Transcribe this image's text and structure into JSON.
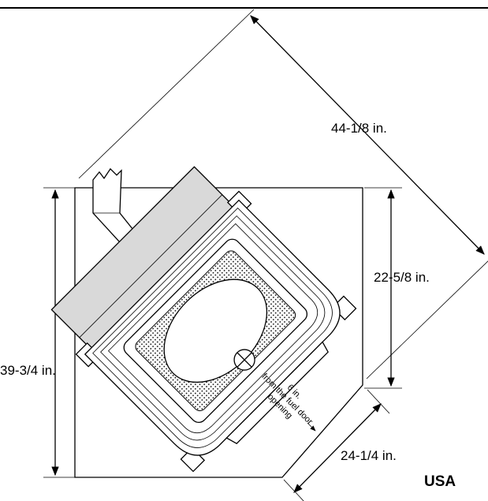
{
  "dimensions": {
    "diagonal": "44-1/8 in.",
    "right_side": "22-5/8 in.",
    "left_side": "39-3/4 in.",
    "bottom_diagonal": "24-1/4 in."
  },
  "clearance_note": {
    "line1": "6 in.",
    "line2": "from the fuel door",
    "line3": "opening"
  },
  "region_label": "USA"
}
